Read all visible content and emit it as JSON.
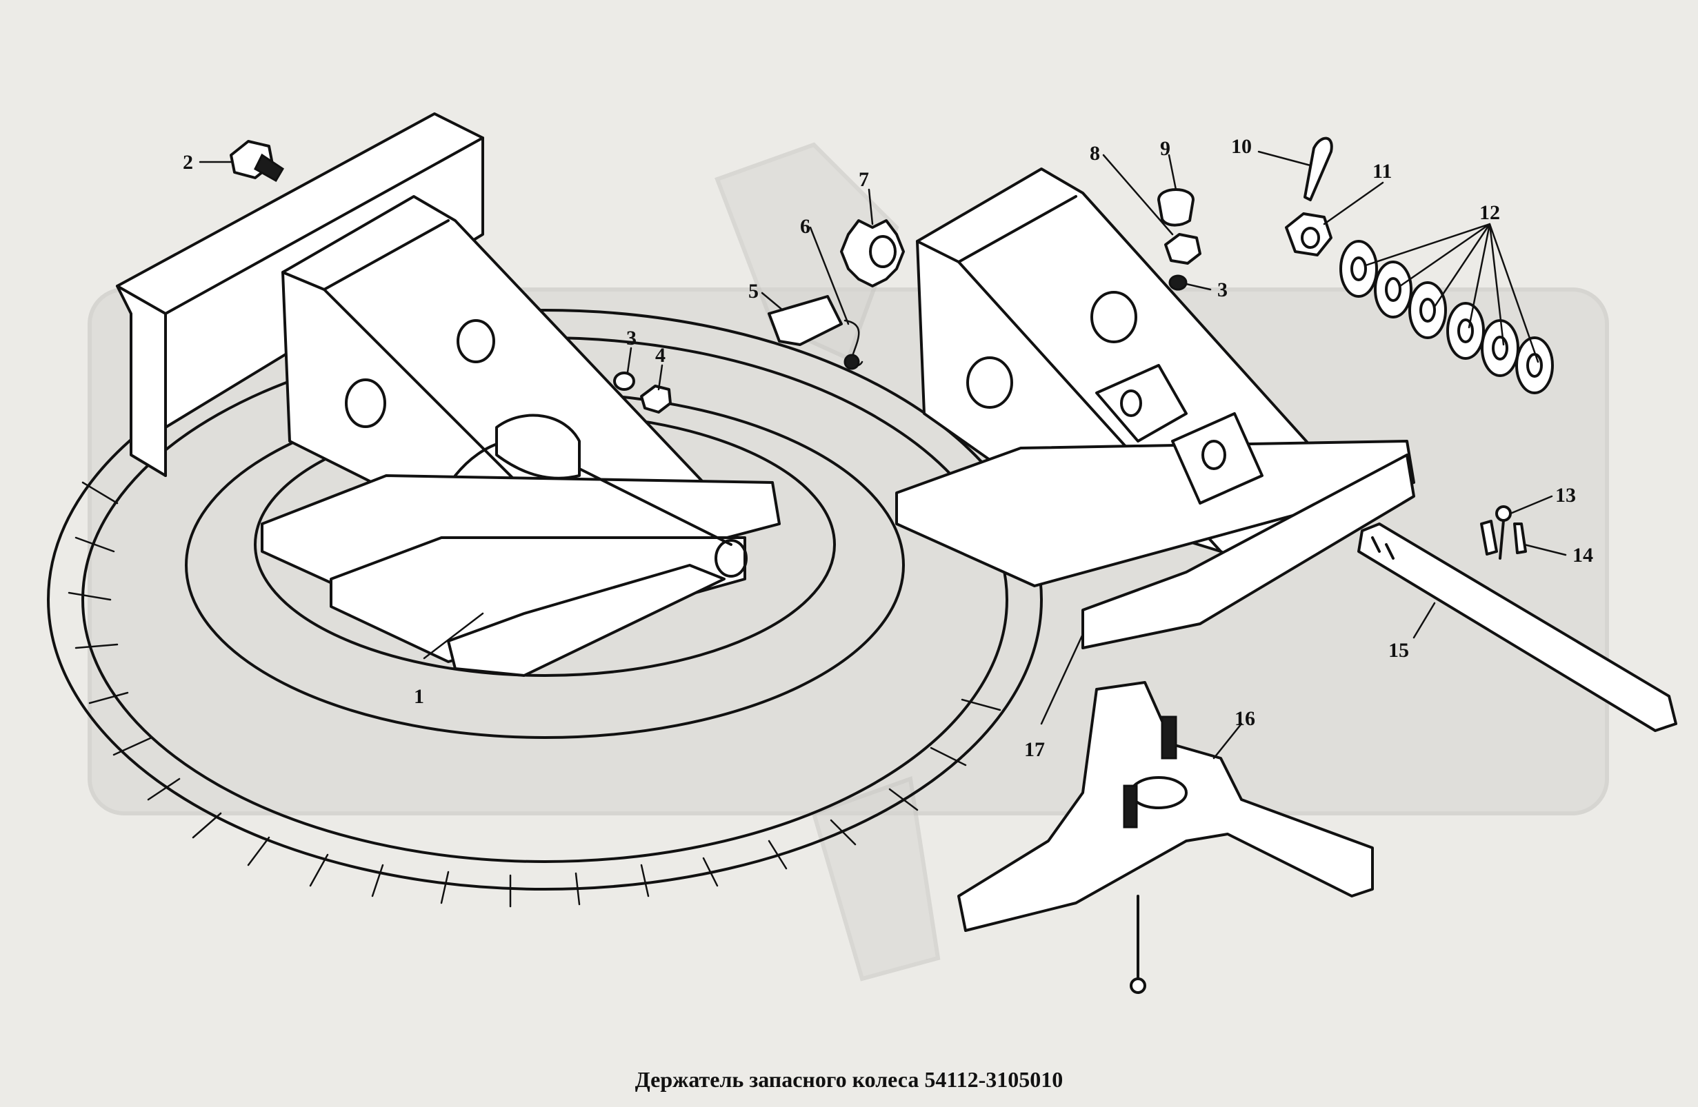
{
  "caption": "Держатель запасного колеса  54112-3105010",
  "watermark": "ОРТ",
  "callouts": [
    {
      "label": "1",
      "part": "support-frame-left"
    },
    {
      "label": "2",
      "part": "bolt"
    },
    {
      "label": "3",
      "part": "spring-washer-left"
    },
    {
      "label": "4",
      "part": "nut-left"
    },
    {
      "label": "5",
      "part": "pawl"
    },
    {
      "label": "6",
      "part": "spring"
    },
    {
      "label": "7",
      "part": "ratchet-gear"
    },
    {
      "label": "8",
      "part": "nut-right"
    },
    {
      "label": "9",
      "part": "cap"
    },
    {
      "label": "3",
      "part": "spring-washer-right"
    },
    {
      "label": "10",
      "part": "cotter-pin"
    },
    {
      "label": "11",
      "part": "castle-nut"
    },
    {
      "label": "12",
      "part": "washers"
    },
    {
      "label": "13",
      "part": "cotter-pin-small"
    },
    {
      "label": "14",
      "part": "pin"
    },
    {
      "label": "15",
      "part": "shaft"
    },
    {
      "label": "16",
      "part": "clamp-plate"
    },
    {
      "label": "17",
      "part": "support-frame-right"
    }
  ],
  "colors": {
    "background": "#ecebe7",
    "line": "#111111",
    "watermark": "#d6d5d1"
  }
}
